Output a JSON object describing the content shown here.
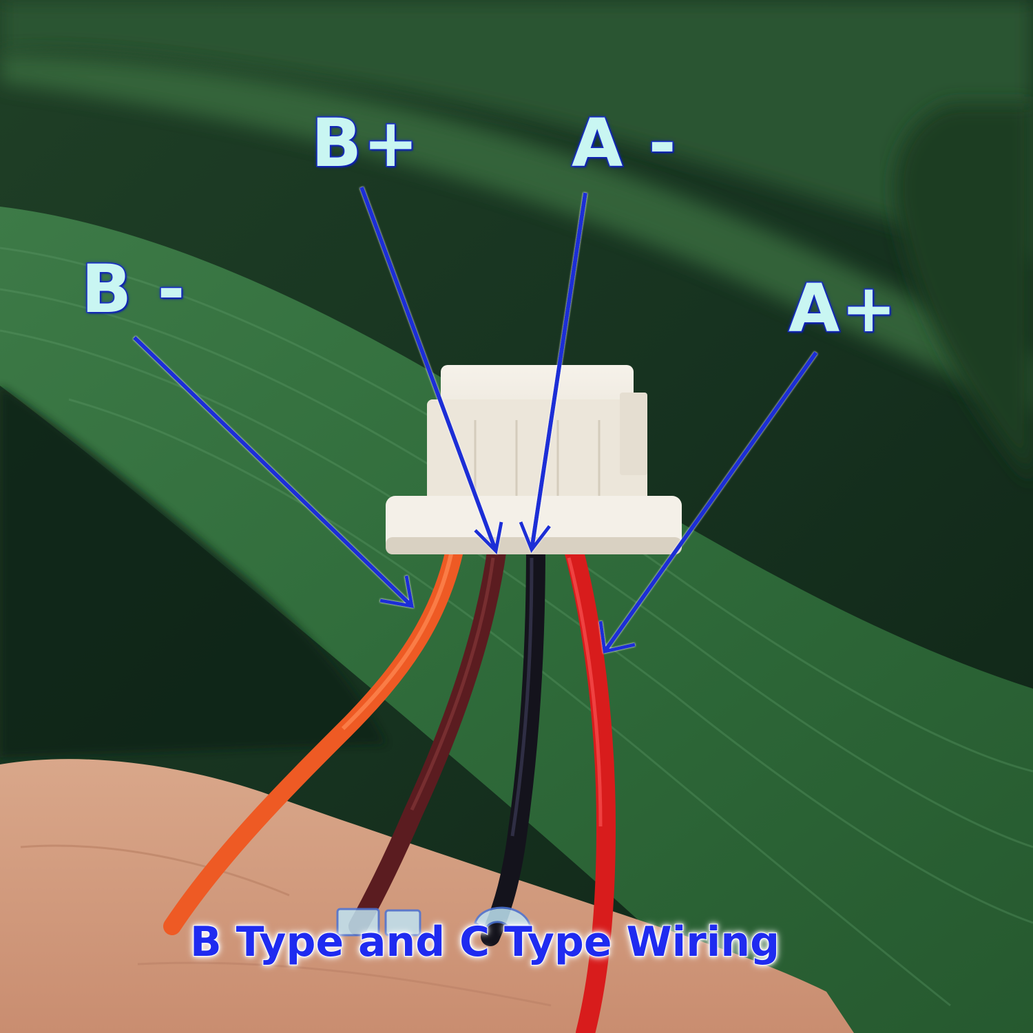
{
  "labels": {
    "b_minus": "B -",
    "b_plus": "B+",
    "a_minus": "A -",
    "a_plus": "A+"
  },
  "caption": "B Type and C Type Wiring",
  "colors": {
    "label_fill": "#c9f6f2",
    "label_outline": "#1d33c9",
    "arrow": "#1a2fd6",
    "caption_text": "#1f2bf0",
    "wire_orange": "#ee5a24",
    "wire_brown": "#5b1c20",
    "wire_black": "#14131c",
    "wire_red": "#d81c1c",
    "leaf_green": "#2f6b3a",
    "connector_white": "#f2ede4",
    "skin": "#d8a78a"
  }
}
